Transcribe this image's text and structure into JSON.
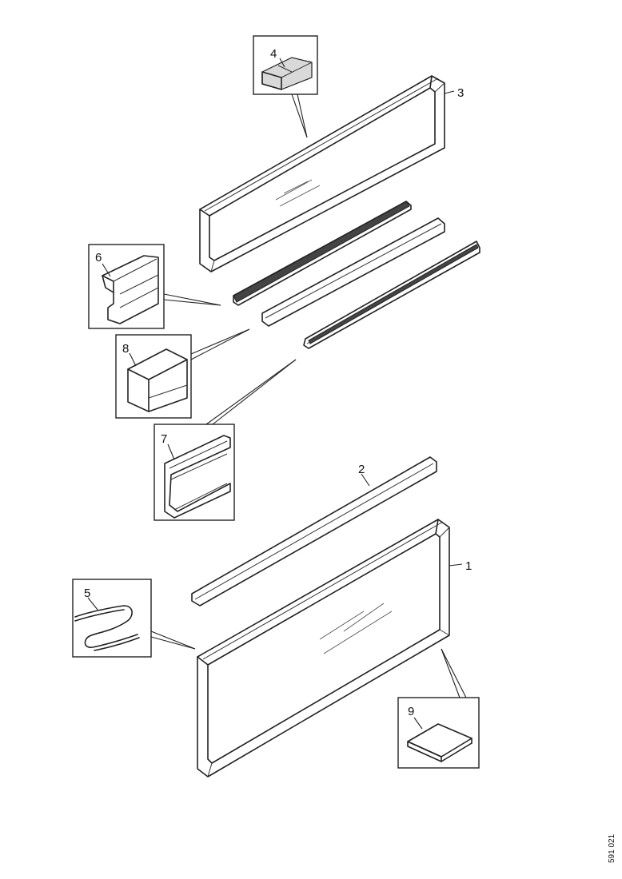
{
  "callouts": {
    "c1": "1",
    "c2": "2",
    "c3": "3",
    "c4": "4",
    "c5": "5",
    "c6": "6",
    "c7": "7",
    "c8": "8",
    "c9": "9"
  },
  "drawing_code": "591 021"
}
